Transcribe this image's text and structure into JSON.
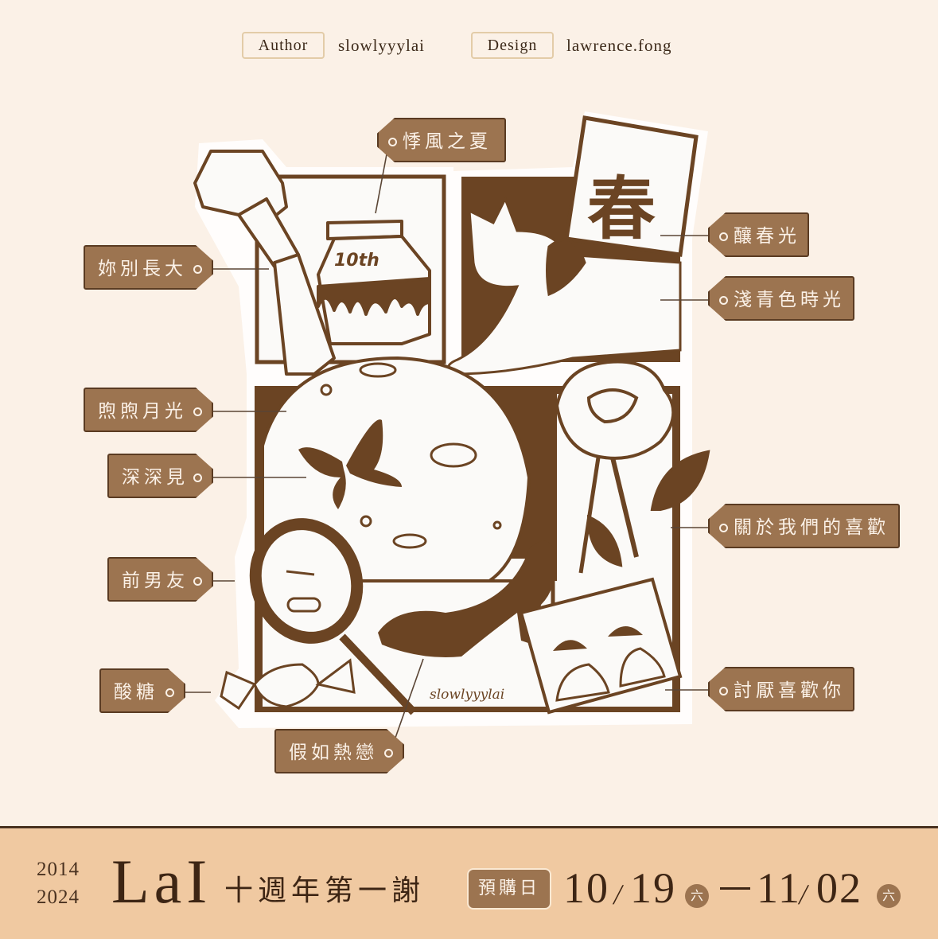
{
  "credits": {
    "author_label": "Author",
    "author_value": "slowlyyylai",
    "design_label": "Design",
    "design_value": "lawrence.fong"
  },
  "illustration": {
    "milk_carton_text": "10th",
    "spring_card_char": "春",
    "signature": "slowlyyylai"
  },
  "tags": {
    "t1": "悸風之夏",
    "t2": "妳別長大",
    "t3": "釀春光",
    "t4": "淺青色時光",
    "t5": "煦煦月光",
    "t6": "深深見",
    "t7": "關於我們的喜歡",
    "t8": "前男友",
    "t9": "酸糖",
    "t10": "討厭喜歡你",
    "t11": "假如熱戀"
  },
  "footer": {
    "year_start": "2014",
    "year_end": "2024",
    "brand": "LaI",
    "subtitle": "十週年第一謝",
    "preorder_label": "預購日",
    "start_date_month": "10",
    "start_date_day": "19",
    "start_weekday": "六",
    "end_date_month": "11",
    "end_date_day": "02",
    "end_weekday": "六",
    "date_separator": "/"
  },
  "colors": {
    "background": "#fbf1e7",
    "ink": "#6b4423",
    "tag_fill": "#9c7450",
    "footer_band": "#f0c9a1"
  }
}
